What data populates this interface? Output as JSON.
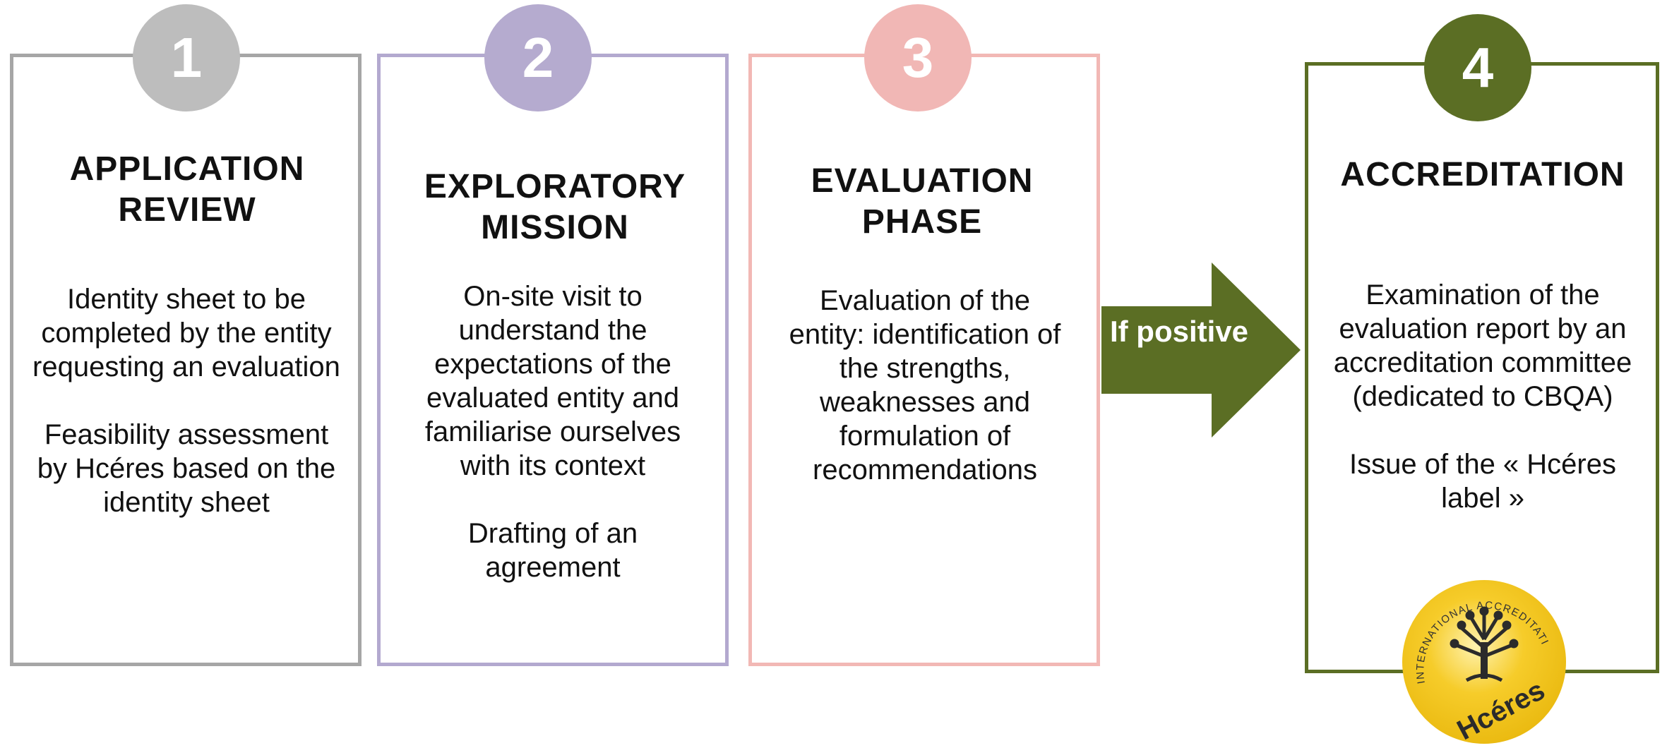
{
  "steps": [
    {
      "number": "1",
      "title": "APPLICATION REVIEW",
      "paragraphs": [
        "Identity sheet to be completed by the entity requesting an evaluation",
        "Feasibility assessment by Hcéres based on the identity sheet"
      ],
      "color": "#a6a6a6"
    },
    {
      "number": "2",
      "title": "EXPLORATORY MISSION",
      "paragraphs": [
        "On-site visit to understand the expectations of the evaluated entity and familiarise ourselves with its context",
        "Drafting of an agreement"
      ],
      "color": "#b3a9cf"
    },
    {
      "number": "3",
      "title": "EVALUATION PHASE",
      "paragraphs": [
        "Evaluation of the entity: identification of the strengths, weaknesses and formulation of recommendations"
      ],
      "color": "#f2b8b5"
    },
    {
      "number": "4",
      "title": "ACCREDITATION",
      "paragraphs": [
        "Examination of the evaluation report by an accreditation committee (dedicated to CBQA)",
        "Issue of the « Hcéres label »"
      ],
      "color": "#5b6e24"
    }
  ],
  "arrow": {
    "label": "If positive",
    "color": "#5b6e24"
  },
  "seal": {
    "arc_text": "INTERNATIONAL ACCREDITATION",
    "brand": "Hcéres",
    "color": "#f3c318"
  }
}
